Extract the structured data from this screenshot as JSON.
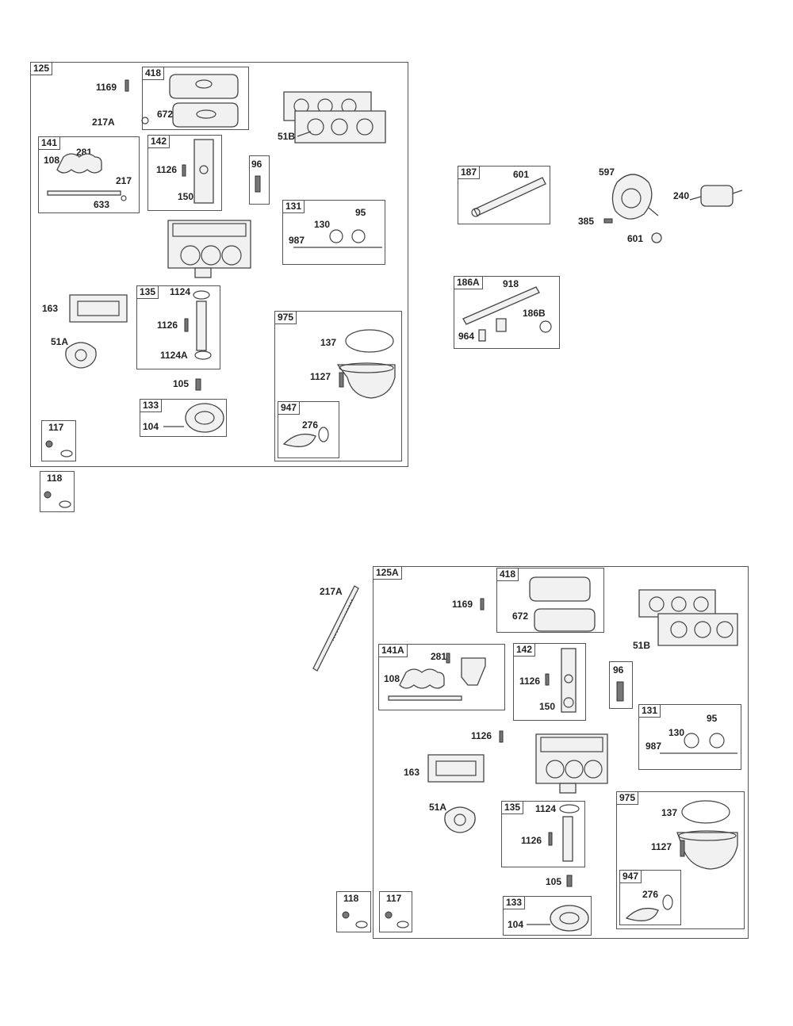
{
  "upper_kit": {
    "tag": "125",
    "labels": [
      "1169",
      "217A",
      "51B",
      "108",
      "281",
      "217",
      "633",
      "1126",
      "150",
      "131",
      "95",
      "130",
      "987",
      "163",
      "1124",
      "1126",
      "1124A",
      "51A",
      "105",
      "137",
      "1127",
      "104",
      "276"
    ],
    "sub_418": {
      "tag": "418",
      "label_672": "672"
    },
    "sub_141": {
      "tag": "141"
    },
    "sub_142": {
      "tag": "142"
    },
    "sub_96": {
      "tag": "96"
    },
    "sub_131": {
      "tag": "131"
    },
    "sub_135": {
      "tag": "135"
    },
    "sub_975": {
      "tag": "975"
    },
    "sub_947": {
      "tag": "947"
    },
    "sub_133": {
      "tag": "133"
    },
    "sub_117": {
      "tag": "117"
    }
  },
  "kit_118_upper": {
    "tag": "118"
  },
  "fuel_parts": {
    "box_187": {
      "tag": "187",
      "label": "601"
    },
    "pump_label": "597",
    "filter_label": "240",
    "screw_label": "385",
    "clamp_label": "601"
  },
  "box_186A": {
    "tag": "186A",
    "labels": [
      "918",
      "186B",
      "964"
    ]
  },
  "standalone_label": "217A",
  "lower_kit": {
    "tag": "125A",
    "labels": [
      "1169",
      "672",
      "51B",
      "108",
      "281",
      "1126",
      "150",
      "95",
      "130",
      "987",
      "1126",
      "163",
      "51A",
      "1124",
      "1126",
      "105",
      "137",
      "1127",
      "104",
      "276"
    ],
    "sub_418": {
      "tag": "418"
    },
    "sub_141A": {
      "tag": "141A"
    },
    "sub_142": {
      "tag": "142"
    },
    "sub_96": {
      "tag": "96"
    },
    "sub_131": {
      "tag": "131"
    },
    "sub_135": {
      "tag": "135"
    },
    "sub_975": {
      "tag": "975"
    },
    "sub_947": {
      "tag": "947"
    },
    "sub_133": {
      "tag": "133"
    }
  },
  "kit_118_lower": {
    "tag": "118"
  },
  "kit_117_lower": {
    "tag": "117"
  }
}
